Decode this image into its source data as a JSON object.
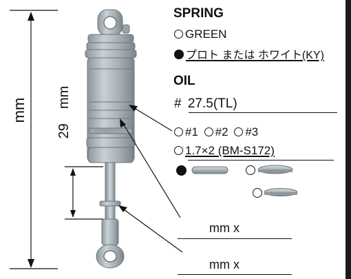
{
  "diagram": {
    "total_length_unit": "mm",
    "stroke_label_value": "29",
    "stroke_label_unit": "mm"
  },
  "spring": {
    "heading": "SPRING",
    "option_green": "GREEN",
    "option_selected": "プロト または ホワイト(KY)"
  },
  "oil": {
    "heading": "OIL",
    "prefix": "#",
    "value": "27.5(TL)"
  },
  "piston": {
    "opt1": "#1",
    "opt2": "#2",
    "opt3": "#3",
    "custom": "1.7×2 (BM-S172)"
  },
  "spacers": {
    "lower_unit": "mm x",
    "bottom_unit": "mm x"
  },
  "colors": {
    "shock_body": "#a9b3b8",
    "shock_dark": "#7e888d",
    "line": "#111111"
  }
}
